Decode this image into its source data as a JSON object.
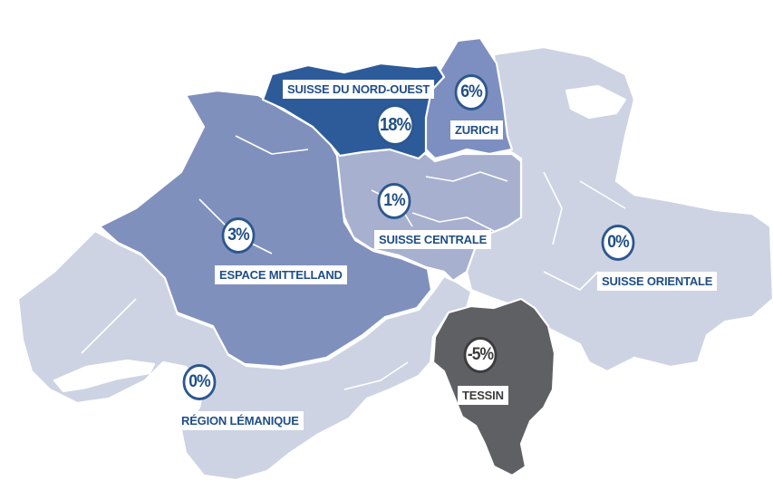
{
  "colors": {
    "leman": "#cdd3e3",
    "mittelland": "#8090bd",
    "nordouest": "#2d5b99",
    "zurich": "#7d8fc0",
    "centrale": "#a7b0cf",
    "orientale": "#cdd3e3",
    "tessin": "#5f6064",
    "label_text": "#1f4e85",
    "badge_border": "#2c578e"
  },
  "regions": [
    {
      "key": "nordouest",
      "name": "SUISSE DU NORD-OUEST",
      "value": "18%"
    },
    {
      "key": "zurich",
      "name": "ZURICH",
      "value": "6%"
    },
    {
      "key": "centrale",
      "name": "SUISSE CENTRALE",
      "value": "1%"
    },
    {
      "key": "mittelland",
      "name": "ESPACE MITTELLAND",
      "value": "3%"
    },
    {
      "key": "orientale",
      "name": "SUISSE ORIENTALE",
      "value": "0%"
    },
    {
      "key": "tessin",
      "name": "TESSIN",
      "value": "-5%"
    },
    {
      "key": "leman",
      "name": "RÉGION LÉMANIQUE",
      "value": "0%"
    }
  ]
}
